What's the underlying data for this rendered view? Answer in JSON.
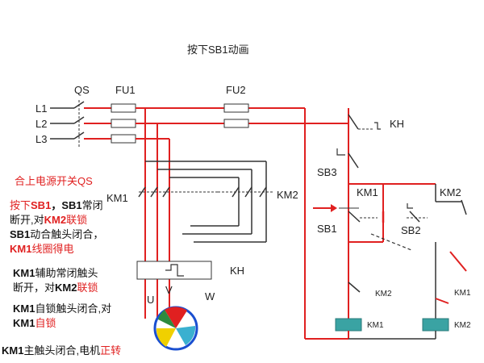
{
  "title": "按下SB1动画",
  "labels": {
    "qs": "QS",
    "fu1": "FU1",
    "fu2": "FU2",
    "l1": "L1",
    "l2": "L2",
    "l3": "L3",
    "km1_main": "KM1",
    "km2_main": "KM2",
    "kh_relay": "KH",
    "kh_contact": "KH",
    "sb3": "SB3",
    "sb1": "SB1",
    "sb2": "SB2",
    "km1_aux": "KM1",
    "km2_aux": "KM2",
    "km2_nc": "KM2",
    "km1_self": "KM1",
    "km1_coil": "KM1",
    "km2_coil": "KM2",
    "u": "U",
    "v": "V",
    "w": "W"
  },
  "notes": {
    "n1": "合上电源开关QS",
    "n2_a": "按下",
    "n2_b": "SB1",
    "n2_c": "，",
    "n2_d": "SB1",
    "n2_e": "常",
    "n2_f": "闭断开,对",
    "n2_g": "KM2",
    "n2_h": "联",
    "n2_i": "锁",
    "n2_j": "SB1",
    "n2_k": "动合触头闭",
    "n2_l": "合，",
    "n2_m": "KM1",
    "n2_n": "线圈得电",
    "n3_a": "KM1",
    "n3_b": "辅助常闭触头",
    "n3_c": "断开，对",
    "n3_d": "KM2",
    "n3_e": "联锁",
    "n4_a": "KM1",
    "n4_b": "自锁触头闭合,对",
    "n4_c": "KM1",
    "n4_d": "自锁",
    "n5_a": "KM1",
    "n5_b": "主触头闭合,电机",
    "n5_c": "正转"
  },
  "colors": {
    "active": "#e02020",
    "wire": "#333333",
    "coil": "#3aa3a3",
    "arrow": "#e02020"
  }
}
